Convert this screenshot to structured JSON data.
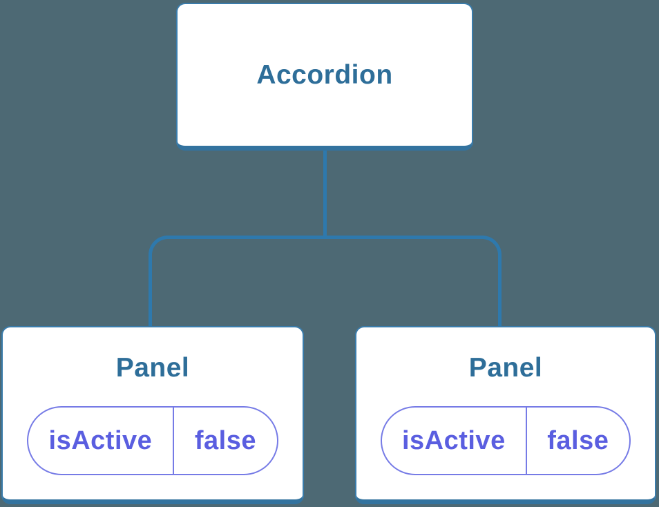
{
  "palette": {
    "background": "#4d6974",
    "connector_blue": "#2e79ad",
    "node_border_blue": "#3a7cab",
    "node_bottom_edge_blue": "#33739f",
    "node_fill": "#ffffff",
    "node_text_blue": "#2e6e99",
    "pill_border_indigo": "#767be6",
    "pill_text_indigo": "#5a5ee0"
  },
  "tree": {
    "root": {
      "label": "Accordion"
    },
    "children": [
      {
        "label": "Panel",
        "state": {
          "key": "isActive",
          "value": "false"
        }
      },
      {
        "label": "Panel",
        "state": {
          "key": "isActive",
          "value": "false"
        }
      }
    ]
  }
}
